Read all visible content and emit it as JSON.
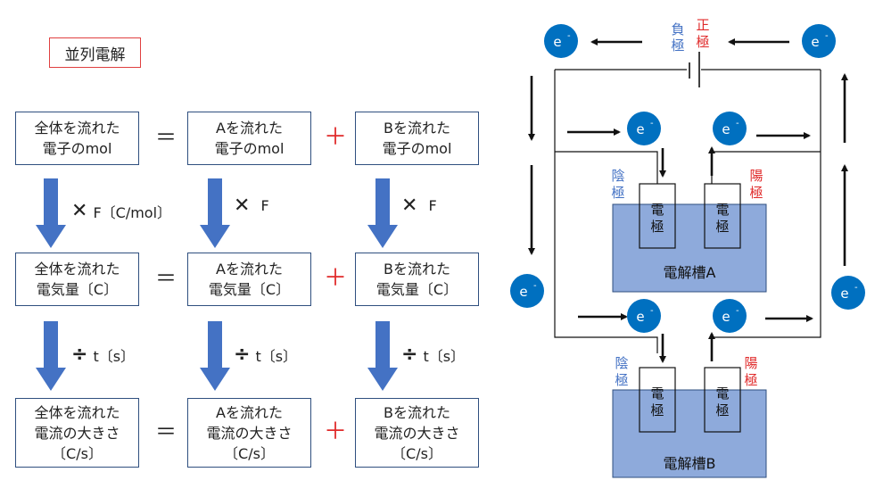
{
  "title": "並列電解",
  "rows": [
    {
      "total": [
        "全体を流れた",
        "電子のmol"
      ],
      "a": [
        "Aを流れた",
        "電子のmol"
      ],
      "b": [
        "Bを流れた",
        "電子のmol"
      ]
    },
    {
      "total": [
        "全体を流れた",
        "電気量〔C〕"
      ],
      "a": [
        "Aを流れた",
        "電気量〔C〕"
      ],
      "b": [
        "Bを流れた",
        "電気量〔C〕"
      ]
    },
    {
      "total": [
        "全体を流れた",
        "電流の大きさ",
        "〔C/s〕"
      ],
      "a": [
        "Aを流れた",
        "電流の大きさ",
        "〔C/s〕"
      ],
      "b": [
        "Bを流れた",
        "電流の大きさ",
        "〔C/s〕"
      ]
    }
  ],
  "operators": {
    "equals": "＝",
    "plus": "＋"
  },
  "conversions": {
    "first": {
      "total": "F〔C/mol〕",
      "a": "F",
      "b": "F",
      "symbol": "✕"
    },
    "second": {
      "total": "t〔s〕",
      "a": "t〔s〕",
      "b": "t〔s〕",
      "symbol": "÷"
    }
  },
  "circuit": {
    "electron_label": "e",
    "electron_sup": "-",
    "negative_pole": [
      "負",
      "極"
    ],
    "positive_pole": [
      "正",
      "極"
    ],
    "cathode": [
      "陰",
      "極"
    ],
    "anode": [
      "陽",
      "極"
    ],
    "electrode": [
      "電",
      "極"
    ],
    "cell_a": "電解槽A",
    "cell_b": "電解槽B"
  },
  "colors": {
    "arrow_blue": "#4472c4",
    "electron_fill": "#0070c0",
    "tank_fill": "#8eaadb",
    "cathode_text": "#4472c4",
    "anode_text": "#e02a2a",
    "plus_red": "#e02a2a"
  }
}
